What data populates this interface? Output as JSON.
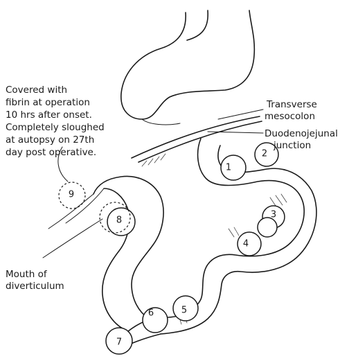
{
  "annotations": {
    "fibrin_note": [
      "Covered with",
      "fibrin at operation",
      "10 hrs after onset.",
      "Completely sloughed",
      "at autopsy on 27th",
      "day post operative."
    ],
    "transverse_mesocolon": [
      "Transverse",
      "mesocolon"
    ],
    "duodenojejunal_junction": [
      "Duodenojejunal",
      "junction"
    ],
    "mouth_of_diverticulum": [
      "Mouth of",
      "diverticulum"
    ]
  },
  "diverticula": [
    {
      "label": "1"
    },
    {
      "label": "2"
    },
    {
      "label": "3"
    },
    {
      "label": "4"
    },
    {
      "label": "5"
    },
    {
      "label": "6"
    },
    {
      "label": "7"
    },
    {
      "label": "8"
    },
    {
      "label": "9"
    }
  ]
}
